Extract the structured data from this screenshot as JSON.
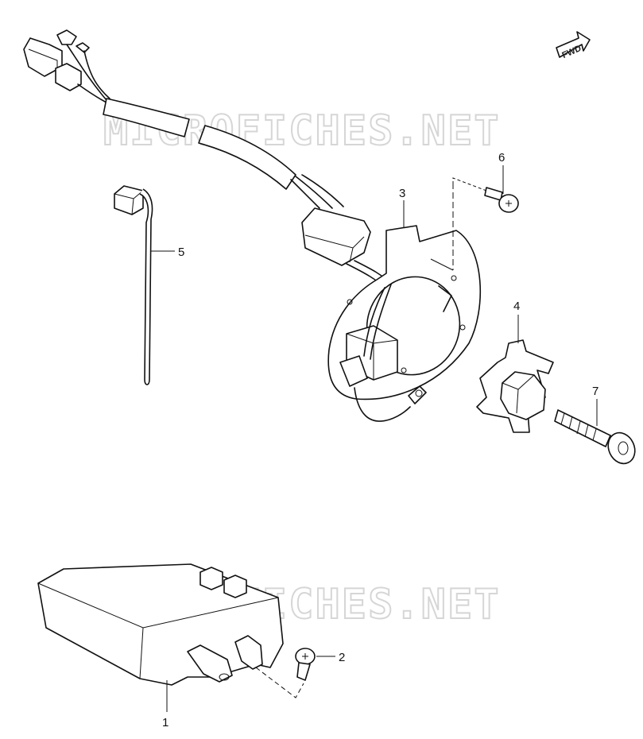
{
  "watermark_text": "MICROFICHES.NET",
  "fwd_badge": "FWD",
  "callouts": {
    "p1": "1",
    "p2": "2",
    "p3": "3",
    "p4": "4",
    "p5": "5",
    "p6": "6",
    "p7": "7"
  }
}
